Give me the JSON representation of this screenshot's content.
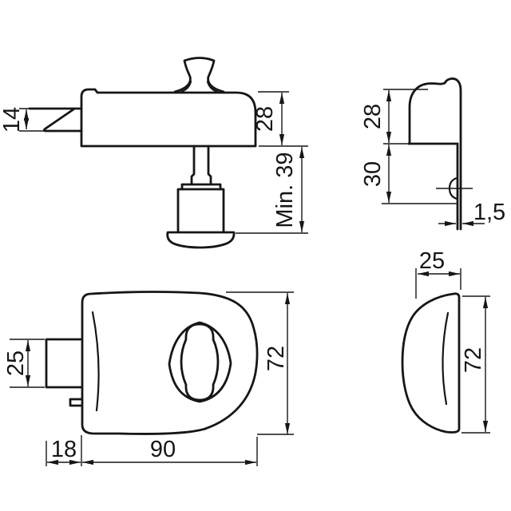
{
  "colors": {
    "line_color": "#161616",
    "background": "#ffffff"
  },
  "dimensions": {
    "plan_view": {
      "bolt_depth": "14",
      "case_depth": "28",
      "cylinder_min_length": "Min. 39"
    },
    "rear_profile_view": {
      "cover_depth": "28",
      "plate_height": "30",
      "plate_thickness": "1,5"
    },
    "front_view": {
      "bolt_height": "25",
      "bolt_offset": "18",
      "body_width": "90",
      "body_height": "72"
    },
    "side_profile_view": {
      "body_depth": "25",
      "body_height": "72"
    }
  }
}
